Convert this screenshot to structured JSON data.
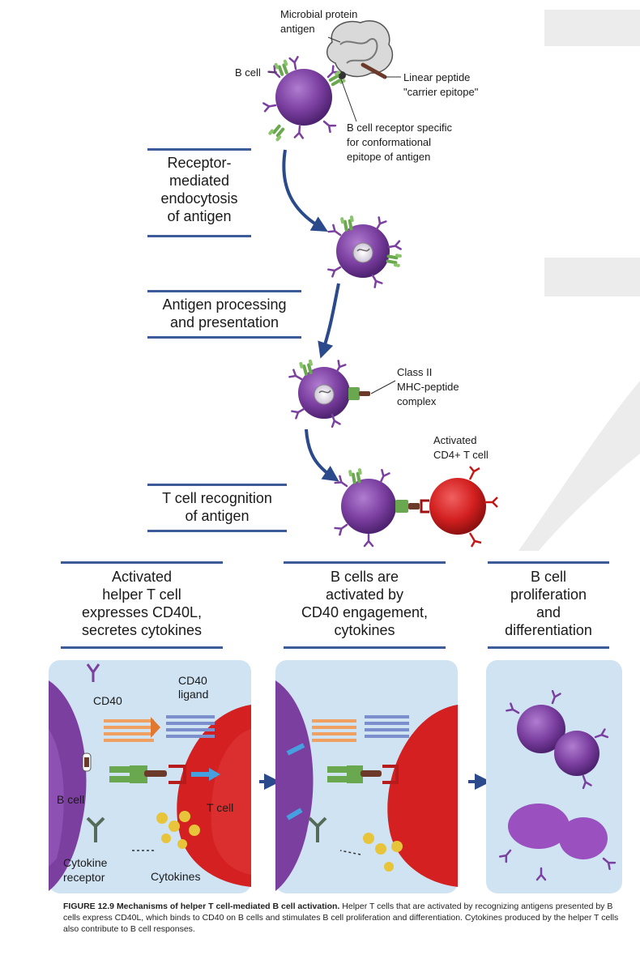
{
  "labels": {
    "microbial_protein_antigen_1": "Microbial protein",
    "microbial_protein_antigen_2": "antigen",
    "b_cell_top": "B cell",
    "linear_peptide_1": "Linear peptide",
    "linear_peptide_2": "\"carrier epitope\"",
    "bcr_specific_1": "B cell receptor specific",
    "bcr_specific_2": "for conformational",
    "bcr_specific_3": "epitope of antigen",
    "class2_1": "Class II",
    "class2_2": "MHC-peptide",
    "class2_3": "complex",
    "activated_cd4_1": "Activated",
    "activated_cd4_2": "CD4+ T cell",
    "cd40": "CD40",
    "cd40_ligand_1": "CD40",
    "cd40_ligand_2": "ligand",
    "b_cell_panel": "B cell",
    "t_cell_panel": "T cell",
    "cytokine_receptor_1": "Cytokine",
    "cytokine_receptor_2": "receptor",
    "cytokines": "Cytokines"
  },
  "steps": {
    "step1": [
      "Receptor-",
      "mediated",
      "endocytosis",
      "of antigen"
    ],
    "step2": [
      "Antigen processing",
      "and presentation"
    ],
    "step3": [
      "T cell recognition",
      "of antigen"
    ]
  },
  "panels": {
    "p1": [
      "Activated",
      "helper T cell",
      "expresses CD40L,",
      "secretes cytokines"
    ],
    "p2": [
      "B cells are",
      "activated by",
      "CD40 engagement,",
      "cytokines"
    ],
    "p3": [
      "B cell",
      "proliferation",
      "and",
      "differentiation"
    ]
  },
  "caption": {
    "heading": "FIGURE 12.9 Mechanisms of helper T cell-mediated B cell activation.",
    "body": "Helper T cells that are activated by recognizing antigens presented by B cells express CD40L, which binds to CD40 on B cells and stimulates B cell proliferation and differentiation. Cytokines produced by the helper T cells also contribute to B cell responses."
  },
  "colors": {
    "b_cell": "#7b3fa0",
    "t_cell": "#d42020",
    "arrow": "#2a4a8c",
    "panel_bg": "#cfe3f3",
    "receptor_green": "#6aa84f",
    "cd40_orange": "#f0a060",
    "cd40l_blue": "#7a8fcc",
    "cytokine_yellow": "#e8c43a"
  }
}
